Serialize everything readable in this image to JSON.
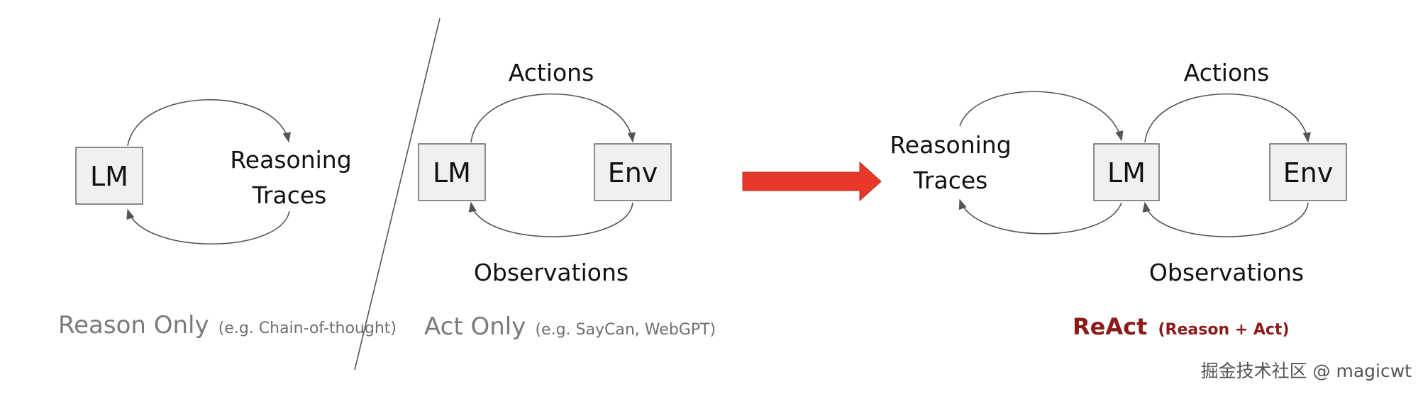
{
  "panels": {
    "reason_only": {
      "lm_label": "LM",
      "reasoning_line1": "Reasoning",
      "reasoning_line2": "Traces",
      "caption_main": "Reason Only",
      "caption_sub": "(e.g. Chain-of-thought)"
    },
    "act_only": {
      "lm_label": "LM",
      "env_label": "Env",
      "actions_label": "Actions",
      "observations_label": "Observations",
      "caption_main": "Act Only",
      "caption_sub": "(e.g. SayCan, WebGPT)"
    },
    "react": {
      "lm_label": "LM",
      "env_label": "Env",
      "reasoning_line1": "Reasoning",
      "reasoning_line2": "Traces",
      "actions_label": "Actions",
      "observations_label": "Observations",
      "caption_main": "ReAct",
      "caption_sub": "(Reason + Act)"
    }
  },
  "transition_arrow_color": "#e8382a",
  "react_color": "#8b1a1a",
  "watermark": "掘金技术社区 @ magicwt"
}
